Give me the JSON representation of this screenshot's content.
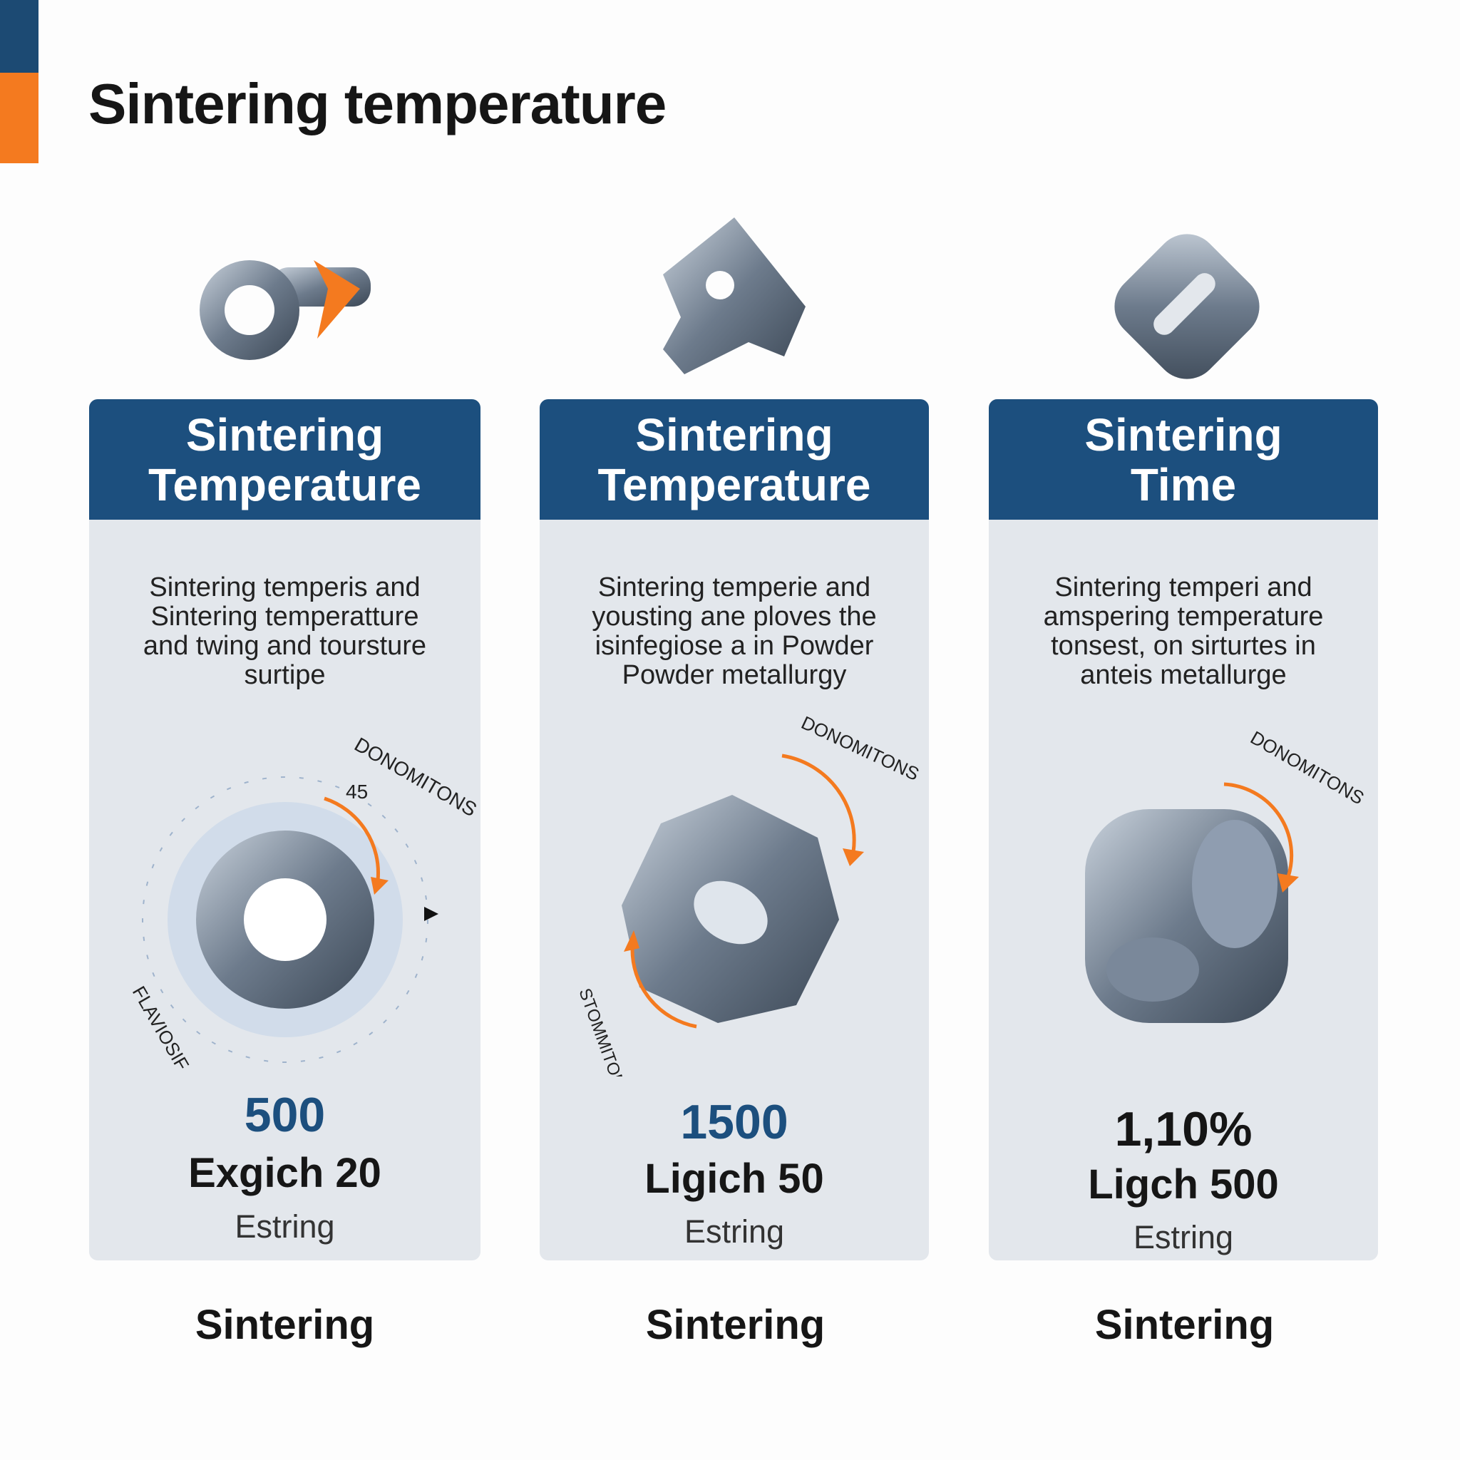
{
  "title": "Sintering temperature",
  "accent_colors": {
    "blue": "#1c4a73",
    "orange": "#f47a1f"
  },
  "cards": [
    {
      "heading_line1": "Sintering",
      "heading_line2": "Temperature",
      "description": [
        "Sintering temperis and",
        "Sintering temperatture",
        "and twing and toursture",
        "surtipe"
      ],
      "annotation": "DONOMITONS",
      "annotation2": "FLAVIOSIF",
      "dial_value": "45",
      "value": "500",
      "subtitle": "Exgich 20",
      "caption": "Estring",
      "footer": "Sintering"
    },
    {
      "heading_line1": "Sintering",
      "heading_line2": "Temperature",
      "description": [
        "Sintering temperie and",
        "yousting ane ploves the",
        "isinfegiose a in Powder",
        "Powder metallurgy"
      ],
      "annotation": "DONOMITONS",
      "annotation2": "STOMMITONS",
      "value": "1500",
      "subtitle": "Ligich 50",
      "caption": "Estring",
      "footer": "Sintering"
    },
    {
      "heading_line1": "Sintering",
      "heading_line2": "Time",
      "description": [
        "Sintering temperi and",
        "amspering temperature",
        "tonsest, on sirturtes in",
        "anteis metallurge"
      ],
      "annotation": "DONOMITONS",
      "value": "1,10%",
      "subtitle": "Ligch 500",
      "caption": "Estring",
      "footer": "Sintering"
    }
  ]
}
